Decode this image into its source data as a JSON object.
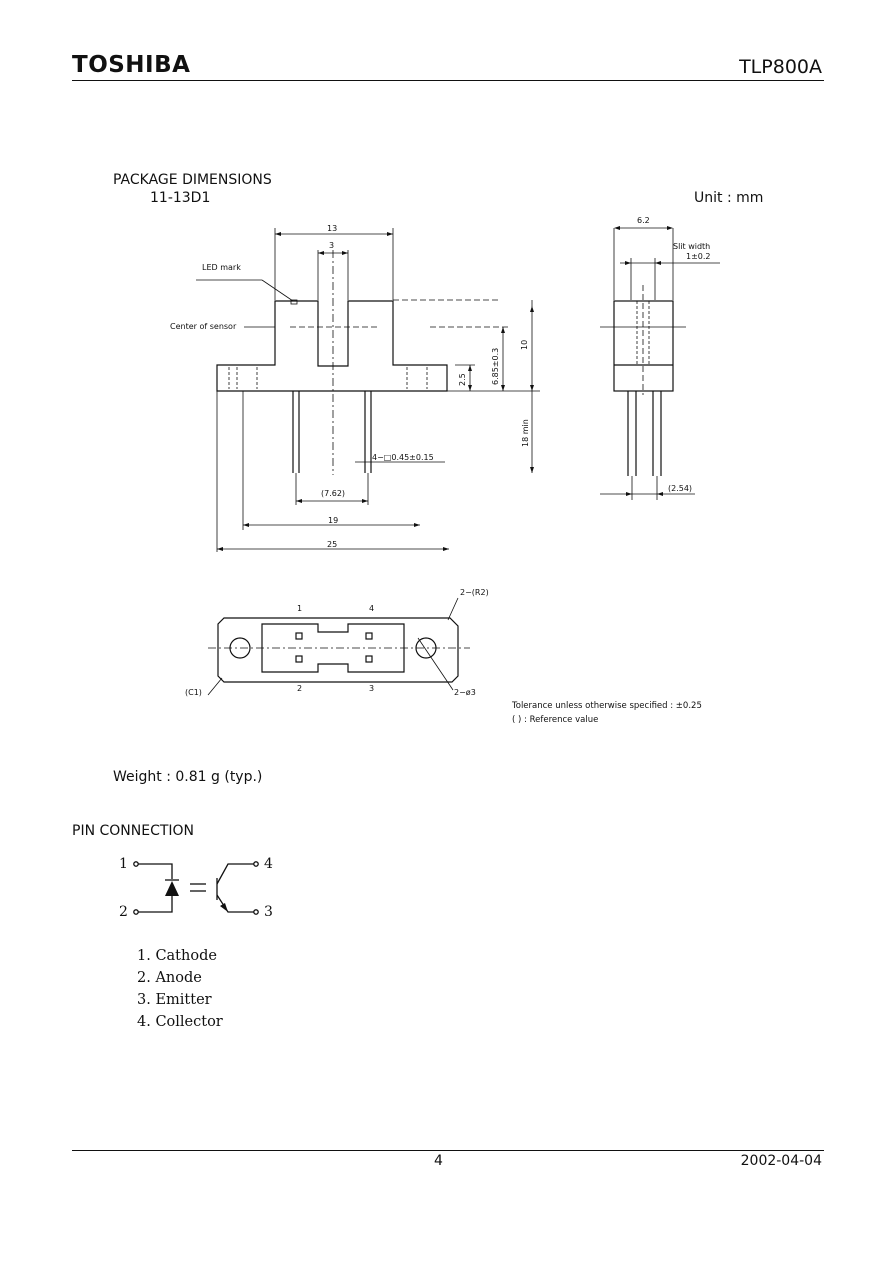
{
  "header": {
    "brand": "TOSHIBA",
    "part_number": "TLP800A"
  },
  "package": {
    "title": "PACKAGE DIMENSIONS",
    "code": "11-13D1",
    "unit": "Unit : mm",
    "labels": {
      "led_mark": "LED mark",
      "center_of_sensor": "Center of sensor",
      "slit_width": "Slit width",
      "slit_value": "1±0.2"
    },
    "dims": {
      "d13": "13",
      "d3": "3",
      "d10": "10",
      "d685": "6.85±0.3",
      "d25a": "2.5",
      "d18min": "18 min",
      "lead": "4−□0.45±0.15",
      "pitch": "(7.62)",
      "d19": "19",
      "d25": "25",
      "d62": "6.2",
      "d254": "(2.54)"
    },
    "bottom_view": {
      "pin1": "1",
      "pin4": "4",
      "pin2": "2",
      "pin3": "3",
      "r2": "2−(R2)",
      "c1": "(C1)",
      "hole": "2−ø3"
    },
    "tolerance": "Tolerance unless otherwise specified : ±0.25",
    "reference": "( ) : Reference value"
  },
  "weight": "Weight : 0.81 g (typ.)",
  "pin_connection": {
    "title": "PIN CONNECTION",
    "pin1": "1",
    "pin2": "2",
    "pin3": "3",
    "pin4": "4",
    "items": [
      "1.  Cathode",
      "2.  Anode",
      "3.  Emitter",
      "4.  Collector"
    ]
  },
  "footer": {
    "page": "4",
    "date": "2002-04-04"
  }
}
